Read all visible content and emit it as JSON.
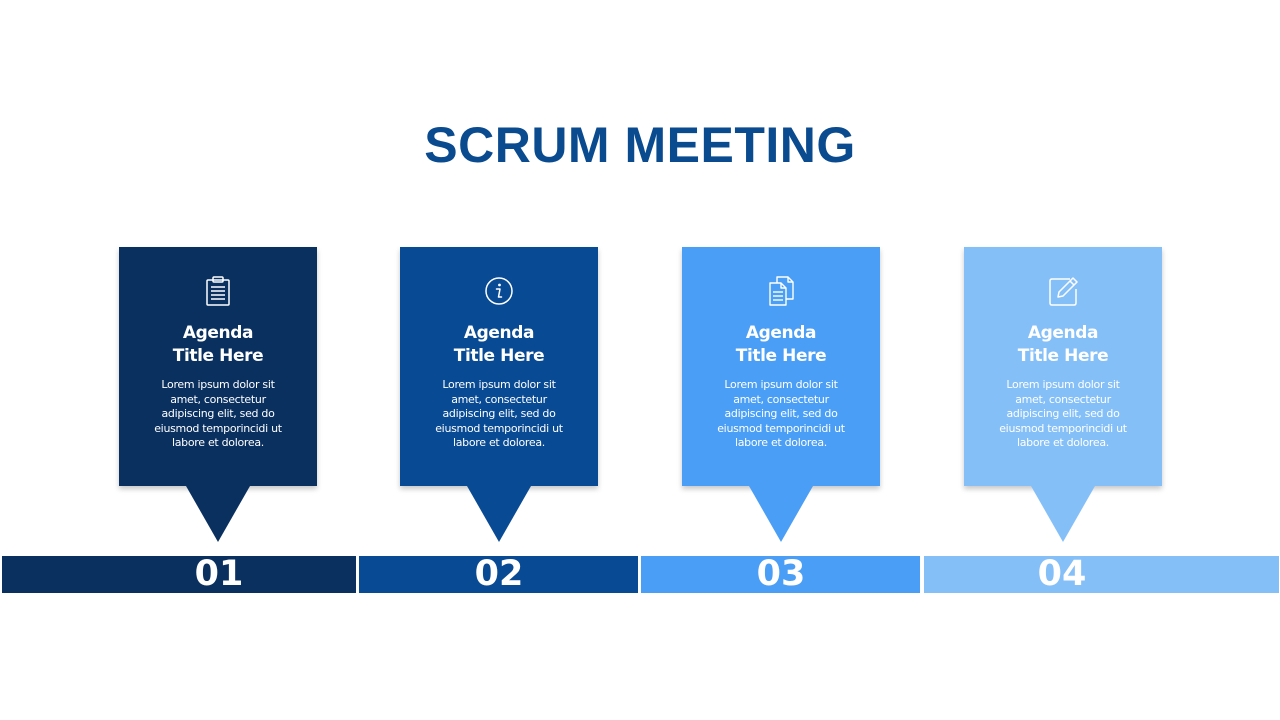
{
  "title": "SCRUM MEETING",
  "colors": {
    "title": "#0a4a8f",
    "step1": "#0a3060",
    "step2": "#084a93",
    "step3": "#4a9ef5",
    "step4": "#84bff8"
  },
  "steps": [
    {
      "number": "01",
      "title": "Agenda\nTitle Here",
      "body": "Lorem ipsum dolor sit amet, consectetur adipiscing elit, sed do eiusmod temporincidi ut labore et dolorea.",
      "icon": "clipboard-icon"
    },
    {
      "number": "02",
      "title": "Agenda\nTitle Here",
      "body": "Lorem ipsum dolor sit amet, consectetur adipiscing elit, sed do eiusmod temporincidi ut labore et dolorea.",
      "icon": "info-icon"
    },
    {
      "number": "03",
      "title": "Agenda\nTitle Here",
      "body": "Lorem ipsum dolor sit amet, consectetur adipiscing elit, sed do eiusmod temporincidi ut labore et dolorea.",
      "icon": "documents-icon"
    },
    {
      "number": "04",
      "title": "Agenda\nTitle Here",
      "body": "Lorem ipsum dolor sit amet, consectetur adipiscing elit, sed do eiusmod temporincidi ut labore et dolorea.",
      "icon": "edit-icon"
    }
  ]
}
